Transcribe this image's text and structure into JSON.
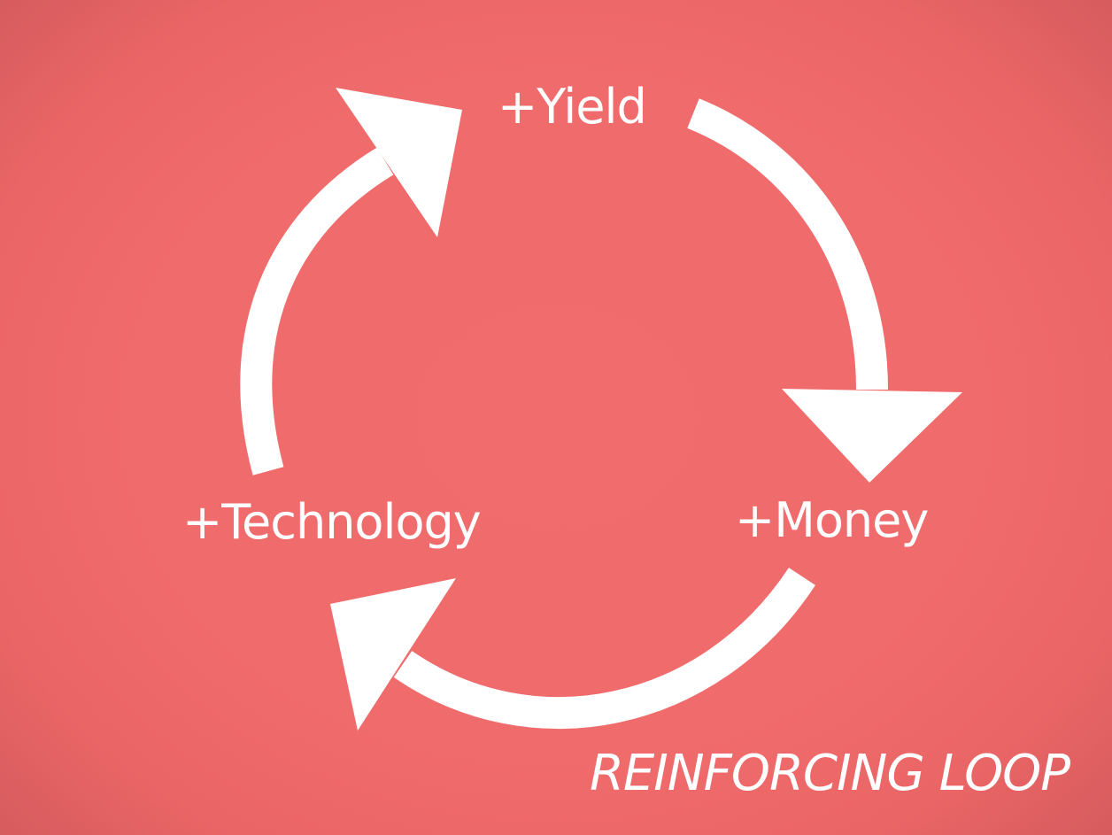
{
  "diagram": {
    "nodes": {
      "yield": "+Yield",
      "money": "+Money",
      "technology": "+Technology"
    },
    "title": "REINFORCING LOOP",
    "colors": {
      "background": "#f06b6c",
      "foreground": "#ffffff"
    }
  }
}
